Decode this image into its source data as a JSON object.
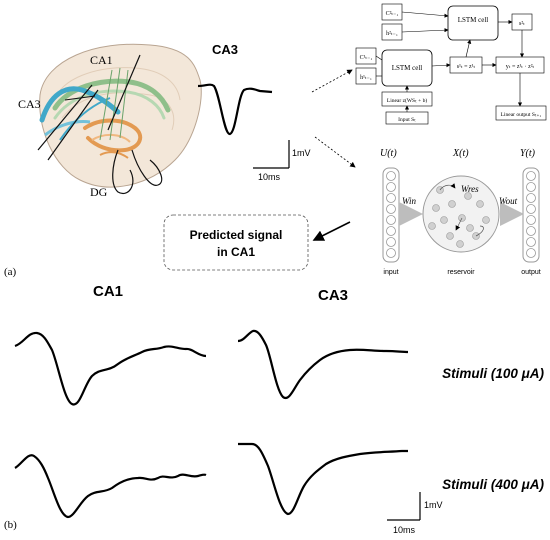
{
  "panel_a": {
    "panel_label": "(a)",
    "anatomy": {
      "label_ca1": "CA1",
      "label_ca3": "CA3",
      "label_dg": "DG"
    },
    "ca3_title": "CA3",
    "scale": {
      "voltage": "1mV",
      "time": "10ms"
    },
    "lstm": {
      "cell_top": "LSTM cell",
      "cell_main": "LSTM cell",
      "in_c2": "C²ₜ₋₁",
      "in_h2": "h²ₜ₋₁",
      "in_c1": "C¹ₜ₋₁",
      "in_h1": "h¹ₜ₋₁",
      "mid_s1": "s¹ₜ = z¹ₜ",
      "out_s2": "s²ₜ",
      "sum_box": "yₜ = z¹ₜ · z²ₜ",
      "linear_in": "Linear z(WSₜ + b)",
      "input_box": "Input Sₜ",
      "linear_out": "Linear output Sₜ₊₁"
    },
    "reservoir": {
      "u_label": "U(t)",
      "x_label": "X(t)",
      "y_label": "Y(t)",
      "w_in": "Win",
      "w_res": "Wres",
      "w_out": "Wout",
      "input_caption": "input",
      "reservoir_caption": "reservoir",
      "output_caption": "output"
    },
    "predicted": {
      "line1": "Predicted signal",
      "line2": "in CA1"
    }
  },
  "panel_b": {
    "panel_label": "(b)",
    "col_ca1": "CA1",
    "col_ca3": "CA3",
    "stim_100": "Stimuli (100 μA)",
    "stim_400": "Stimuli (400 μA)",
    "scale": {
      "voltage": "1mV",
      "time": "10ms"
    }
  }
}
